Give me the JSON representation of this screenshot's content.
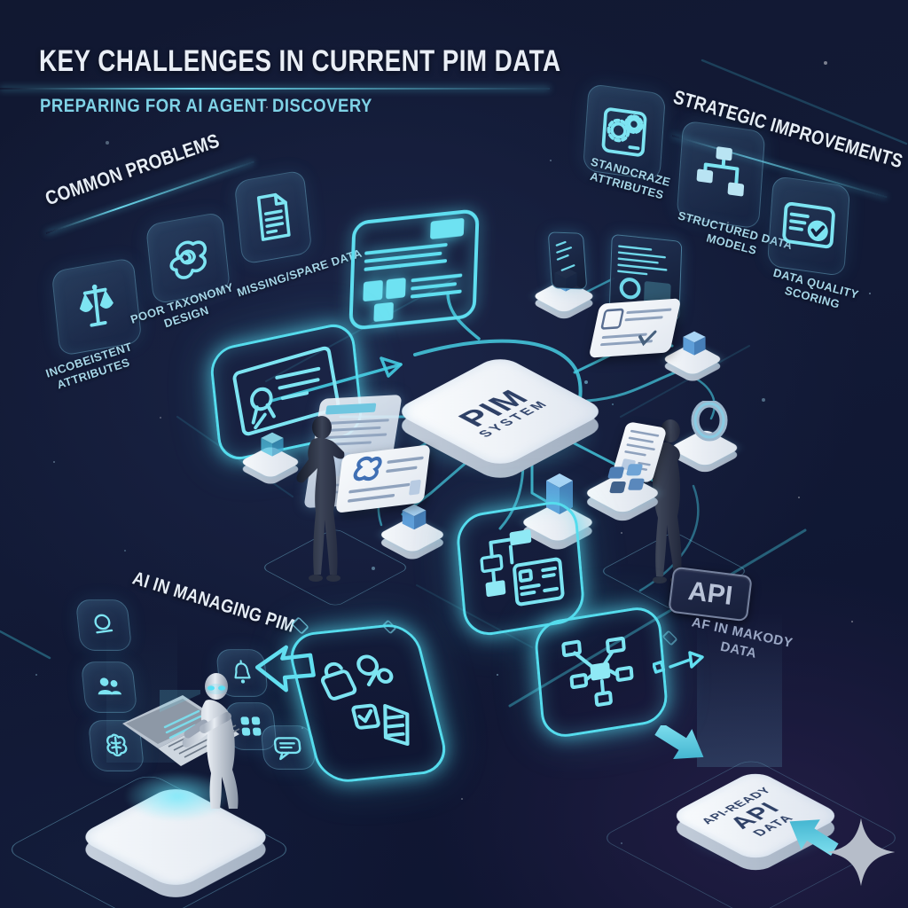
{
  "header": {
    "title": "KEY CHALLENGES IN CURRENT PIM DATA",
    "subtitle": "PREPARING FOR AI AGENT DISCOVERY"
  },
  "sections": {
    "common_problems": {
      "title": "COMMON PROBLEMS",
      "items": [
        {
          "icon": "balance-scale-icon",
          "label": "INCOBEISTENT ATTRIBUTES"
        },
        {
          "icon": "tangled-scribble-icon",
          "label": "POOR TAXONOMY DESIGN"
        },
        {
          "icon": "document-icon",
          "label": "MISSING/SPARE DATA"
        }
      ]
    },
    "strategic_improvements": {
      "title": "STRATEGIC IMPROVEMENTS",
      "items": [
        {
          "icon": "gears-window-icon",
          "label": "STANDCRAZE ATTRIBUTES"
        },
        {
          "icon": "hierarchy-tree-icon",
          "label": "STRUCTURED DATA MODELS"
        },
        {
          "icon": "checklist-check-icon",
          "label": "DATA QUALITY SCORING"
        }
      ]
    },
    "ai_managing": {
      "title": "AI IN MANAGING PIM"
    },
    "api": {
      "badge": "API",
      "caption": "AF IN MAKODY DATA"
    }
  },
  "center": {
    "chip_line1": "PIM",
    "chip_line2": "SYSTEM"
  },
  "api_cube": {
    "lines": [
      "API-READY",
      "API",
      "DATA"
    ]
  },
  "colors": {
    "background": "#121a36",
    "accent_cyan": "#55dced",
    "title_white": "#e9eef6",
    "subtitle_cyan": "#7fd2e6",
    "label_cyan": "#a6d6e8",
    "tile_white": "#eef2f7",
    "cube_blue": "#5e9ed8",
    "chip_text": "#2e4066"
  }
}
